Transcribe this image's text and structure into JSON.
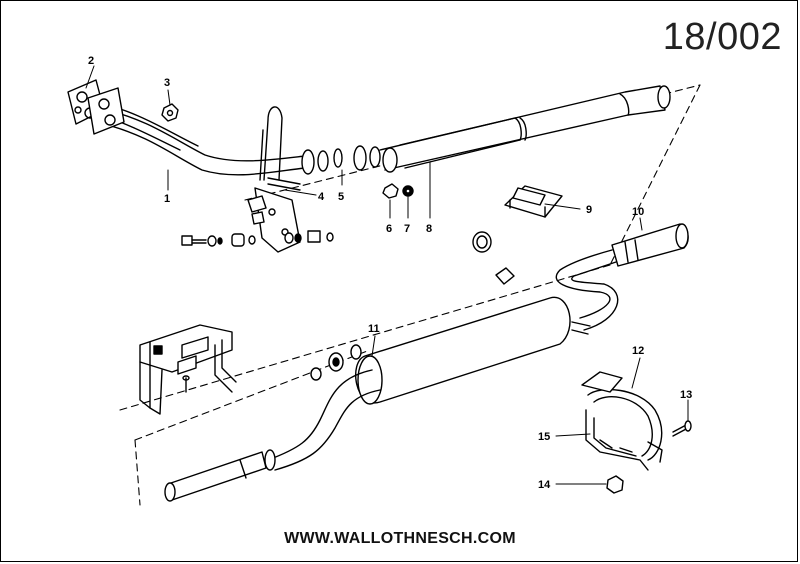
{
  "diagram_code": "18/002",
  "website": "WWW.WALLOTHNESCH.COM",
  "callouts": [
    "1",
    "2",
    "3",
    "4",
    "5",
    "6",
    "7",
    "8",
    "9",
    "10",
    "11",
    "12",
    "13",
    "14",
    "15"
  ]
}
